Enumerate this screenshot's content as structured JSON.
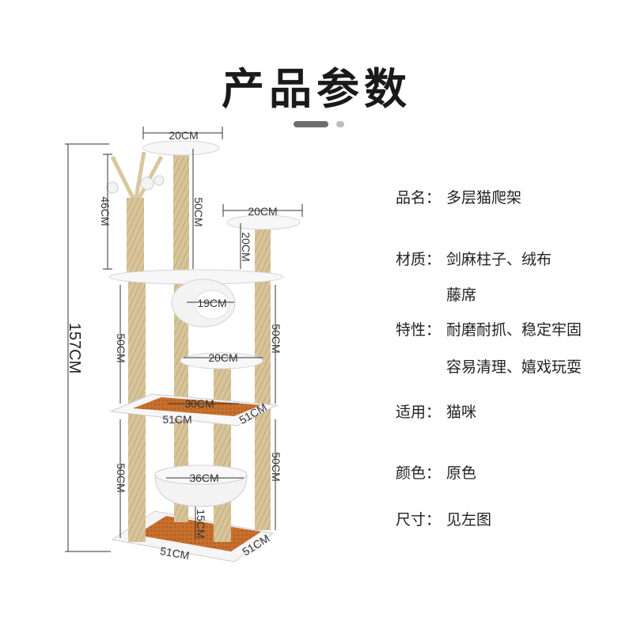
{
  "title": "产品参数",
  "specs": [
    {
      "label": "品名：",
      "lines": [
        "多层猫爬架"
      ]
    },
    {
      "label": "材质：",
      "lines": [
        "剑麻柱子、绒布",
        "藤席"
      ]
    },
    {
      "label": "特性：",
      "lines": [
        "耐磨耐抓、稳定牢固",
        "容易清理、嬉戏玩耍"
      ]
    },
    {
      "label": "适用：",
      "lines": [
        "猫咪"
      ]
    },
    {
      "label": "颜色：",
      "lines": [
        "原色"
      ]
    },
    {
      "label": "尺寸：",
      "lines": [
        "见左图"
      ]
    }
  ],
  "dimensions": {
    "total_height": "157CM",
    "top_platform_width": "20CM",
    "side_platform_width": "20CM",
    "mid_platform_width": "20CM",
    "toy_post_height": "46CM",
    "top_post_height": "50CM",
    "side_post_height": "20CM",
    "tunnel_diameter": "19CM",
    "upper_left_height": "50CM",
    "upper_right_height": "50CM",
    "tray_width": "30CM",
    "middle_deck_depth": "51CM",
    "middle_deck_width": "51CM",
    "lower_left_height": "50CM",
    "lower_right_height": "50CM",
    "bed_diameter": "36CM",
    "bed_height": "15CM",
    "base_depth": "51CM",
    "base_width": "51CM"
  }
}
